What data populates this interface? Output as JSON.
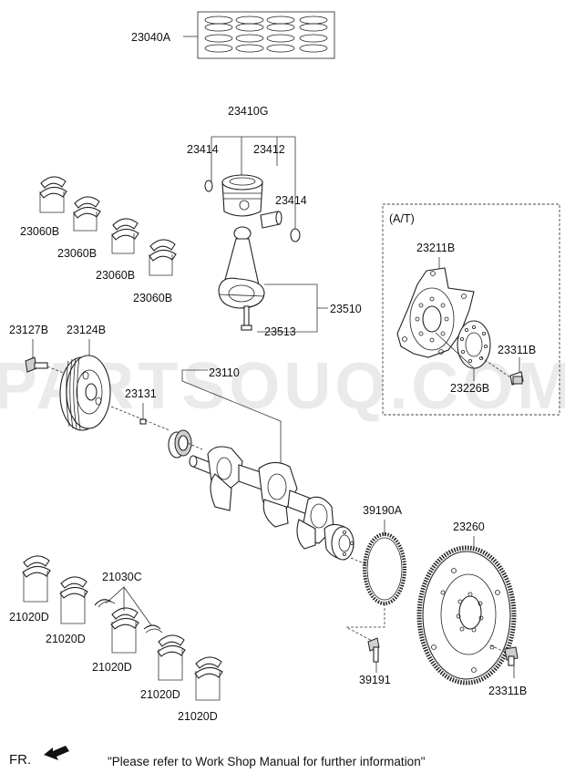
{
  "watermark": "PARTSOUQ.COM",
  "at_box_label": "(A/T)",
  "front_label": "FR.",
  "footer_note": "\"Please refer to Work Shop Manual for further information\"",
  "labels": {
    "piston_ring_set": "23040A",
    "piston_assy": "23410G",
    "snap_ring_left": "23414",
    "piston_pin": "23412",
    "snap_ring_right": "23414",
    "bearing_1": "23060B",
    "bearing_2": "23060B",
    "bearing_3": "23060B",
    "bearing_4": "23060B",
    "conrod_assy": "23510",
    "conrod_bolt": "23513",
    "drive_plate": "23211B",
    "adapter_plate": "23226B",
    "drive_plate_bolt": "23311B",
    "pulley_bolt": "23127B",
    "damper_pulley": "23124B",
    "crankshaft": "23110",
    "key": "23131",
    "target_wheel": "39190A",
    "flywheel": "23260",
    "thrust_bearing": "21030C",
    "main_bearing_1": "21020D",
    "main_bearing_2": "21020D",
    "main_bearing_3": "21020D",
    "main_bearing_4": "21020D",
    "main_bearing_5": "21020D",
    "target_wheel_bolt": "39191",
    "flywheel_bolt": "23311B"
  }
}
